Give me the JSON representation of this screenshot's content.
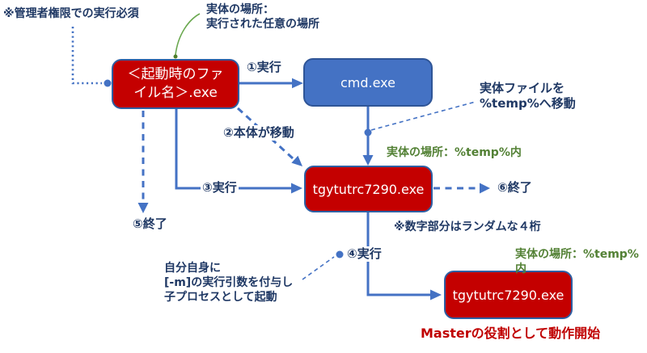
{
  "diagram": {
    "title_hint": "malware-execution-flow",
    "nodes": {
      "startup": "＜起動時のファ\nイル名＞.exe",
      "cmd": "cmd.exe",
      "tgy1": "tgytutrc7290.exe",
      "tgy2": "tgytutrc7290.exe"
    },
    "steps": {
      "s1": "①実行",
      "s2": "②本体が移動",
      "s3": "③実行",
      "s4": "④実行",
      "s5": "⑤終了",
      "s6": "⑥終了"
    },
    "notes": {
      "admin": "※管理者権限での実行必須",
      "location_any": "実体の場所：\n実行された任意の場所",
      "move_temp": "実体ファイルを\n%temp%へ移動",
      "location_temp1": "実体の場所：%temp%内",
      "random_digits": "※数字部分はランダムな４桁",
      "self_args": "自分自身に\n[-m]の実行引数を付与し\n子プロセスとして起動",
      "location_temp2": "実体の場所：%temp%内",
      "master": "Masterの役割として動作開始"
    },
    "colors": {
      "box_red": "#c40000",
      "box_blue": "#4472c4",
      "box_border_blue": "#2e5fa3",
      "box_border_dark_blue": "#2f5597",
      "line_blue": "#4472c4",
      "text_navy": "#1f3864",
      "text_green": "#538135",
      "text_red": "#c00000",
      "leader_green": "#6aa84f"
    }
  }
}
